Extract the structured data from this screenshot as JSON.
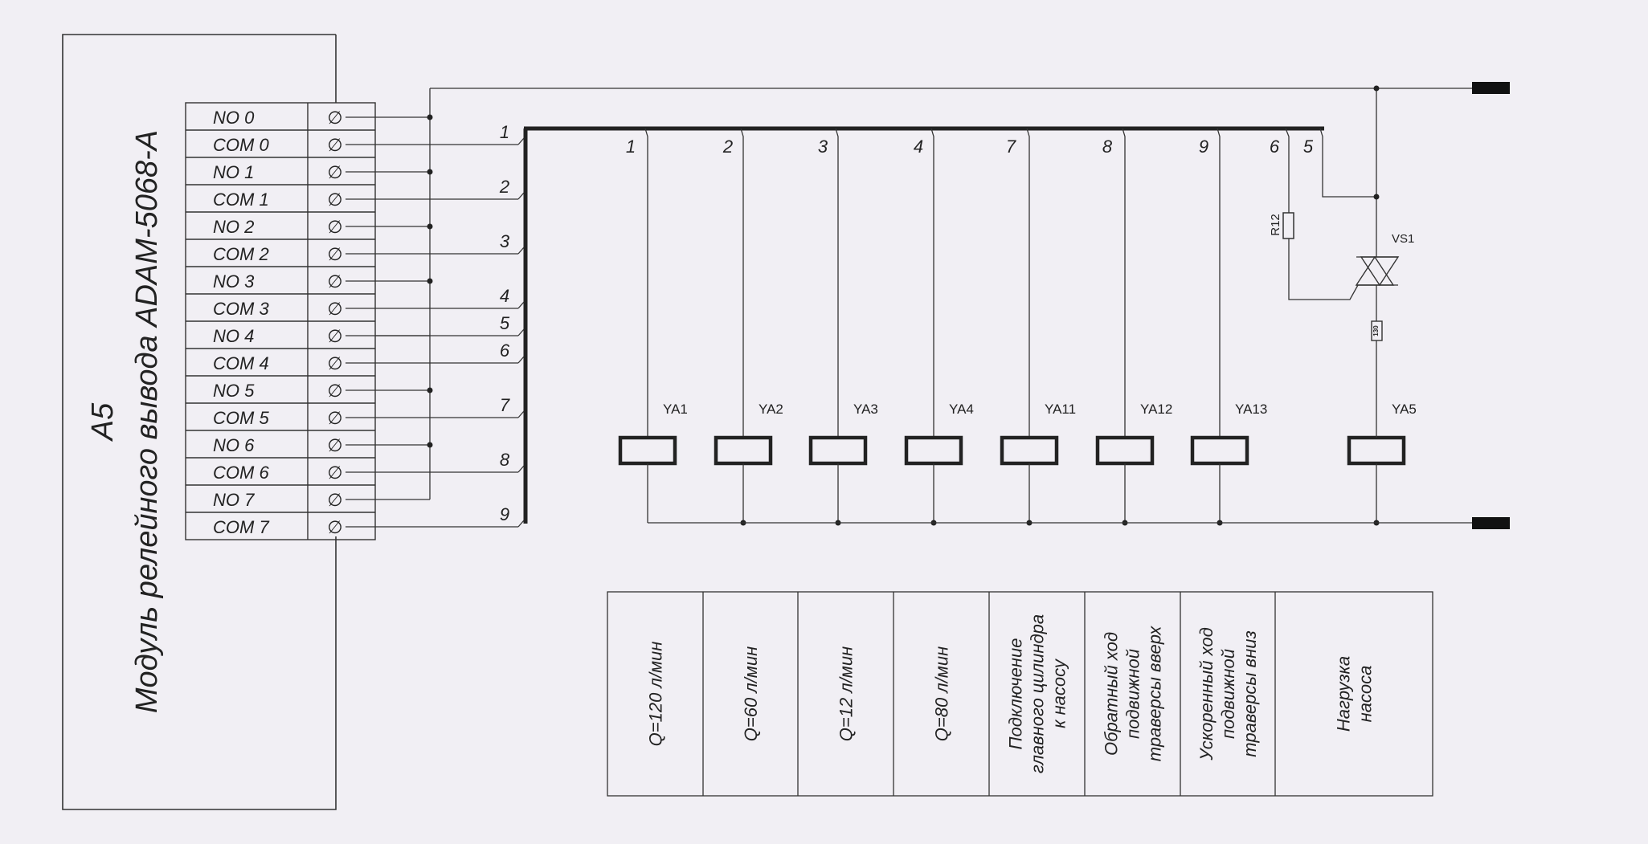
{
  "module": {
    "designator": "A5",
    "title": "Модуль релейного вывода  ADAM-5068-A",
    "terminals": [
      "NO 0",
      "COM 0",
      "NO 1",
      "COM 1",
      "NO 2",
      "COM 2",
      "NO 3",
      "COM 3",
      "NO 4",
      "COM 4",
      "NO 5",
      "COM 5",
      "NO 6",
      "COM 6",
      "NO 7",
      "COM 7"
    ],
    "terminal_symbol": "∅"
  },
  "left_bus_labels": [
    "1",
    "2",
    "3",
    "4",
    "5",
    "6",
    "7",
    "8",
    "9"
  ],
  "top_bus_labels": [
    "1",
    "2",
    "3",
    "4",
    "7",
    "8",
    "9",
    "6",
    "5"
  ],
  "coils": [
    "YA1",
    "YA2",
    "YA3",
    "YA4",
    "YA11",
    "YA12",
    "YA13",
    "YA5"
  ],
  "components": {
    "resistor": "R12",
    "triac": "VS1",
    "rc_snubber": "130"
  },
  "legend": [
    "Q=120 л/мин",
    "Q=60 л/мин",
    "Q=12 л/мин",
    "Q=80 л/мин",
    "Подключение\nглавного цилиндра\nк насосу",
    "Обратный ход\nподвижной\nтраверсы вверх",
    "Ускоренный ход\nподвижной\nтраверсы вниз",
    "Нагрузка\nнасоса"
  ]
}
